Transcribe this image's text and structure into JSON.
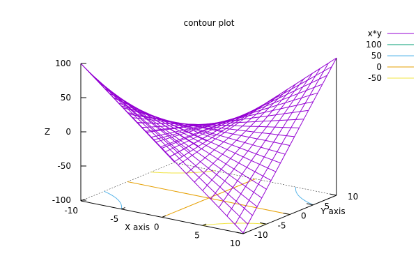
{
  "chart_data": {
    "type": "surface",
    "title": "contour plot",
    "function": "x*y",
    "xlabel": "X axis",
    "ylabel": "Y axis",
    "zlabel": "Z",
    "xlim": [
      -10,
      10
    ],
    "ylim": [
      -10,
      10
    ],
    "zlim": [
      -100,
      100
    ],
    "x_ticks": [
      -10,
      -5,
      0,
      5,
      10
    ],
    "y_ticks": [
      -10,
      -5,
      0,
      5,
      10
    ],
    "z_ticks": [
      100,
      50,
      0,
      -50,
      -100
    ],
    "grid_steps": 21,
    "legend_position": "top-right",
    "series": [
      {
        "name": "x*y",
        "kind": "surface",
        "color": "#9400d3"
      },
      {
        "name": "100",
        "kind": "contour",
        "level": 100,
        "color": "#009e73"
      },
      {
        "name": "50",
        "kind": "contour",
        "level": 50,
        "color": "#56b4e9"
      },
      {
        "name": "0",
        "kind": "contour",
        "level": 0,
        "color": "#e69f00"
      },
      {
        "name": "-50",
        "kind": "contour",
        "level": -50,
        "color": "#f0e442"
      }
    ]
  }
}
